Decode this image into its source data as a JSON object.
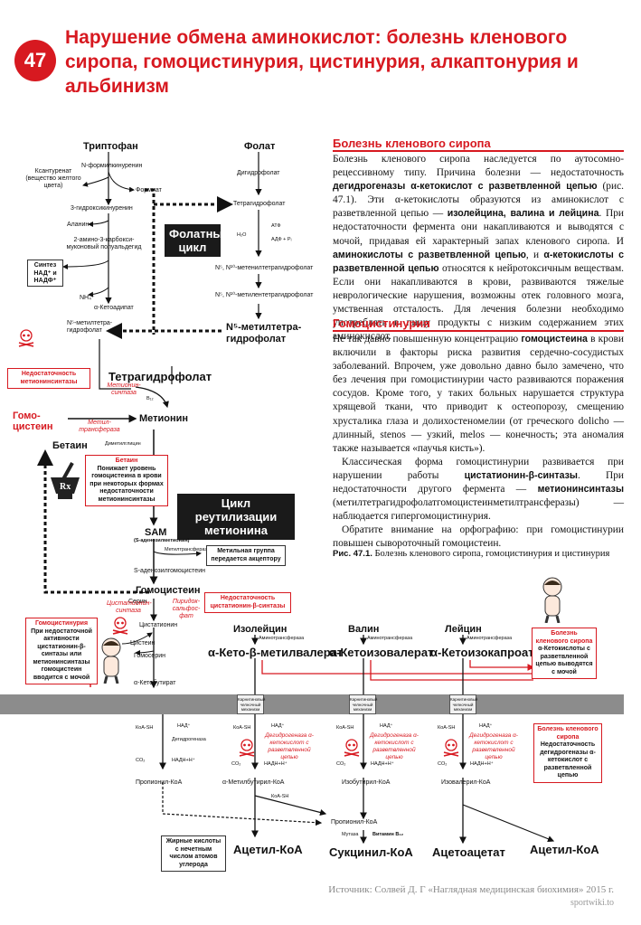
{
  "chapter_number": "47",
  "title": "Нарушение обмена аминокислот: болезнь кленового сиропа, гомоцистинурия, цистинурия, алкаптонурия и альбинизм",
  "section1": {
    "heading": "Болезнь кленового сиропа",
    "p1_a": "Болезнь кленового сиропа наследуется по аутосомно-рецессивному типу. Причина болезни — недостаточность ",
    "p1_b": "дегидрогеназы α-кетокислот с разветвленной цепью",
    "p1_c": " (рис. 47.1). Эти α-кетокислоты образуются из аминокислот с разветвленной цепью — ",
    "p1_d": "изолейцина, валина и лейцина",
    "p1_e": ". При недостаточности фермента они накапливаются и выводятся с мочой, придавая ей характерный запах кленового сиропа. И ",
    "p1_f": "аминокислоты с разветвленной цепью",
    "p1_g": ", и ",
    "p1_h": "α-кетокислоты с разветвленной цепью",
    "p1_i": " относятся к нейротоксичным веществам. Если они накапливаются в крови, развиваются тяжелые неврологические нарушения, возможны отек головного мозга, умственная отсталость. Для лечения болезни необходимо употреблять в пищу продукты с низким содержанием этих аминокислот."
  },
  "section2": {
    "heading": "Гомоцистинурия",
    "p1_a": "Не так давно повышенную концентрацию ",
    "p1_b": "гомоцистеина",
    "p1_c": " в крови включили в факторы риска развития сердечно-сосудистых заболеваний. Впрочем, уже довольно давно было замечено, что без лечения при гомоцистинурии часто развиваются поражения сосудов. Кроме того, у таких больных нарушается структура хрящевой ткани, что приводит к остеопорозу, смещению хрусталика глаза и долихостеномелии (от греческого dolicho — длинный, stenos — узкий, melos — конечность; эта аномалия также называется «паучья кисть»).",
    "p2_a": "Классическая форма гомоцистинурии развивается при нарушении работы ",
    "p2_b": "цистатионин-β-синтазы",
    "p2_c": ". При недостаточности другого фермента — ",
    "p2_d": "метионинсинтазы",
    "p2_e": " (метилтетрагидрофолатгомоцистеинметилтрансферазы) — наблюдается гипергомоцистинурия.",
    "p3": "Обратите внимание на орфографию: при гомоцистинурии повышен сывороточный гомоцистеин."
  },
  "caption": {
    "label": "Рис. 47.1.",
    "text": " Болезнь кленового сиропа, гомоцистинурия и цистинурия"
  },
  "diagram": {
    "tryptophan": "Триптофан",
    "n_formylkynurenine": "N-формилкинуренин",
    "xanthurenate": "Ксантуренат (вещество желтого цвета)",
    "formate": "Формиат",
    "hydroxykynurenine": "3-гидроксикинуренин",
    "alanine": "Аланин",
    "amino_carboxymuconate": "2-амино-3-карбокси-муконовый полуальдегид",
    "nad_synth": "Синтез НАД⁺ и НАДФ⁺",
    "nh4": "NH₄⁺",
    "ketoadipate": "α-Кетоадипат",
    "folate": "Фолат",
    "dihydrofolate": "Дигидрофолат",
    "tetrahydrofolate_top": "Тетрагидрофолат",
    "folate_cycle": "Фолатный цикл",
    "atp": "АТФ",
    "h2o": "H₂O",
    "adp": "АДФ + Pᵢ",
    "methenyl": "N⁵, N¹⁰-метенилтетрагидрофолат",
    "methylene": "N⁵, N¹⁰-метилентетрагидрофолат",
    "n5_methyl_small": "N⁵-метилтетра-гидрофолат",
    "n5_methyl_big": "N⁵-метилтетра-гидрофолат",
    "deficiency_ms": "Недостаточность метионинсинтазы",
    "tetrahydrofolate_mid": "Тетрагидрофолат",
    "methionine_synthase": "Метионин-синтаза",
    "b12": "B₁₂",
    "homocysteine_side": "Гомо-цистеин",
    "methionine": "Метионин",
    "methyltransferase": "Метил-трансфераза",
    "betaine": "Бетаин",
    "dimethylglycine": "Диметилглицин",
    "betaine_box_title": "Бетаин",
    "betaine_box_text": "Понижает уровень гомоцистеина в крови при некоторых формах недостаточности метионинсинтазы",
    "rx": "Rx",
    "methionine_cycle": "Цикл реутилизации метионина",
    "sam": "SAM",
    "sam_full": "(S-аденозилметионин)",
    "methyltransferase_small": "Метилтрансфераза",
    "methyl_group_box": "Метильная группа передается акцептору",
    "sah": "S-аденозилгомоцистеин",
    "homocysteine": "Гомоцистеин",
    "serine": "Серин",
    "cbs": "Цистатионин-синтаза",
    "plp": "Пиридок-сальфос-фат",
    "deficiency_cbs": "Недостаточность цистатионин-β-синтазы",
    "cystathionine": "Цистатионин",
    "cysteine": "Цистеин",
    "homoserine": "Гомосерин",
    "ketobutyrate": "α-Кетобутират",
    "homocystinuria_box_title": "Гомоцистинурия",
    "homocystinuria_box_text": "При недостаточной активности цистатионин-β-синтазы или метионинсинтазы гомоцистеин вводится с мочой",
    "isoleucine": "Изолейцин",
    "valine": "Валин",
    "leucine": "Лейцин",
    "aminotransferase": "Аминотрансфераза",
    "keto_methylvalerate": "α-Кето-β-метилвалерат",
    "ketoisovalerate": "α-Кетоизовалерат",
    "ketoisocaproate": "α-Кетоизокапроат",
    "msud_box_top_title": "Болезнь кленового сиропа",
    "msud_box_top_text": "α-Кетокислоты с разветвленной цепью выводятся с мочой",
    "carrier": "Карнитиновый челночный механизм",
    "coa_sh": "КоА-SH",
    "nad_plus": "НАД⁺",
    "dehydrogenase": "Дегидрогеназа",
    "co2": "CO₂",
    "nadh": "НАДН+Н⁺",
    "bckd_red": "Дегидрогеназа α-кетокислот с разветвленной цепью",
    "propionyl_coa": "Пропионил-КоА",
    "methylbutyryl_coa": "α-Метилбутирил-КоА",
    "isobutyryl_coa": "Изобутирил-КоА",
    "isovaleryl_coa": "Изовалерил-КоА",
    "propionyl_coa2": "Пропионил-КоА",
    "mutase": "Мутаза",
    "vitamin_b12": "Витамин B₁₂",
    "acetyl_coa1": "Ацетил-КоА",
    "succinyl_coa": "Сукцинил-КоА",
    "acetoacetate": "Ацетоацетат",
    "acetyl_coa2": "Ацетил-КоА",
    "fatty_acids_box": "Жирные кислоты с нечетным числом атомов углерода",
    "msud_box_bottom_title": "Болезнь кленового сиропа",
    "msud_box_bottom_text": "Недостаточность дегидрогеназы α-кетокислот с разветвленной цепью"
  },
  "footer": {
    "source": "Источник: Солвей Д. Г «Наглядная медицинская биохимия» 2015 г.",
    "site": "sportwiki.to"
  }
}
